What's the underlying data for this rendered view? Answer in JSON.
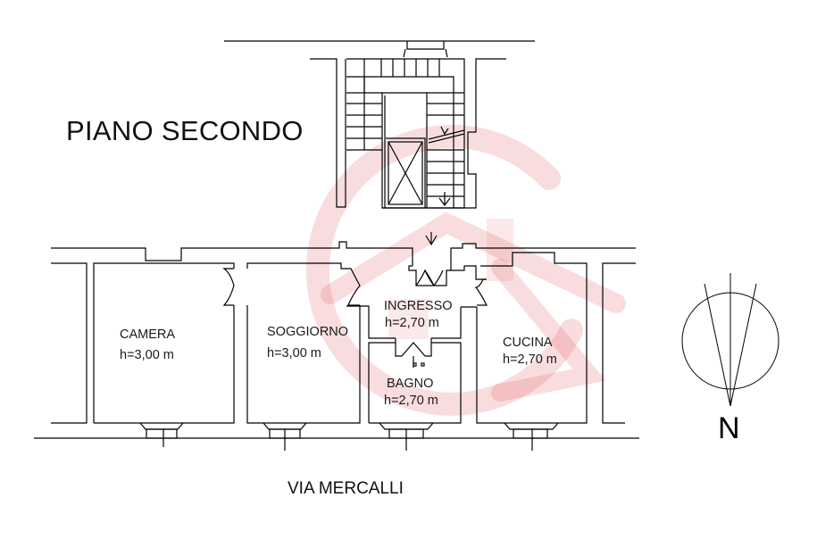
{
  "plan": {
    "title": "PIANO SECONDO",
    "street": "VIA MERCALLI",
    "north_label": "N",
    "rooms": [
      {
        "name": "CAMERA",
        "height": "h=3,00 m"
      },
      {
        "name": "SOGGIORNO",
        "height": "h=3,00 m"
      },
      {
        "name": "INGRESSO",
        "height": "h=2,70 m"
      },
      {
        "name": "BAGNO",
        "height": "h=2,70 m"
      },
      {
        "name": "CUCINA",
        "height": "h=2,70 m"
      }
    ],
    "watermark_color": "#e04048",
    "line_color": "#000000"
  }
}
